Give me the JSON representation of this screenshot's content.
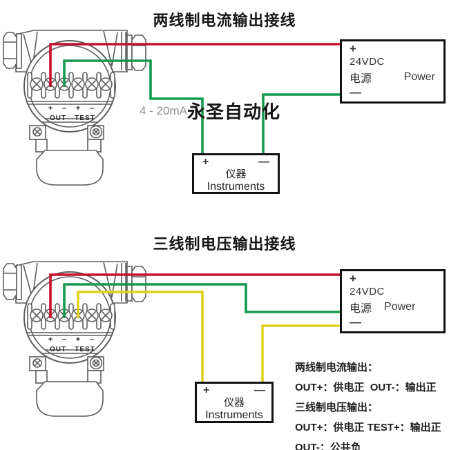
{
  "colors": {
    "wire_red": "#c8102e",
    "wire_green": "#149a4e",
    "wire_yellow": "#e0d01e",
    "device_outline": "#5d5d5d",
    "box_border": "#111111"
  },
  "transmitter_terminals": {
    "plus_out": "+",
    "minus_out": "–",
    "plus_test": "+",
    "minus_test": "–",
    "out_label": "OUT",
    "test_label": "TEST"
  },
  "diagram1": {
    "title": "两线制电流输出接线",
    "power_box": {
      "plus": "+",
      "voltage": "24VDC",
      "name_cn": "电源",
      "name_en": "Power",
      "minus": "—"
    },
    "instruments_box": {
      "plus": "+",
      "minus": "—",
      "name_cn": "仪器",
      "name_en": "Instruments"
    },
    "signal_label": "4 - 20mA",
    "watermark": "永圣自动化"
  },
  "diagram2": {
    "title": "三线制电压输出接线",
    "power_box": {
      "plus": "+",
      "voltage": "24VDC",
      "name_cn": "电源",
      "name_en": "Power",
      "minus": "—"
    },
    "instruments_box": {
      "plus": "+",
      "minus": "—",
      "name_cn": "仪器",
      "name_en": "Instruments"
    },
    "notes": [
      "两线制电流输出：",
      "OUT+：供电正  OUT-：输出正",
      "三线制电压输出：",
      "OUT+：供电正 TEST+：输出正",
      "OUT-：公共负"
    ]
  }
}
